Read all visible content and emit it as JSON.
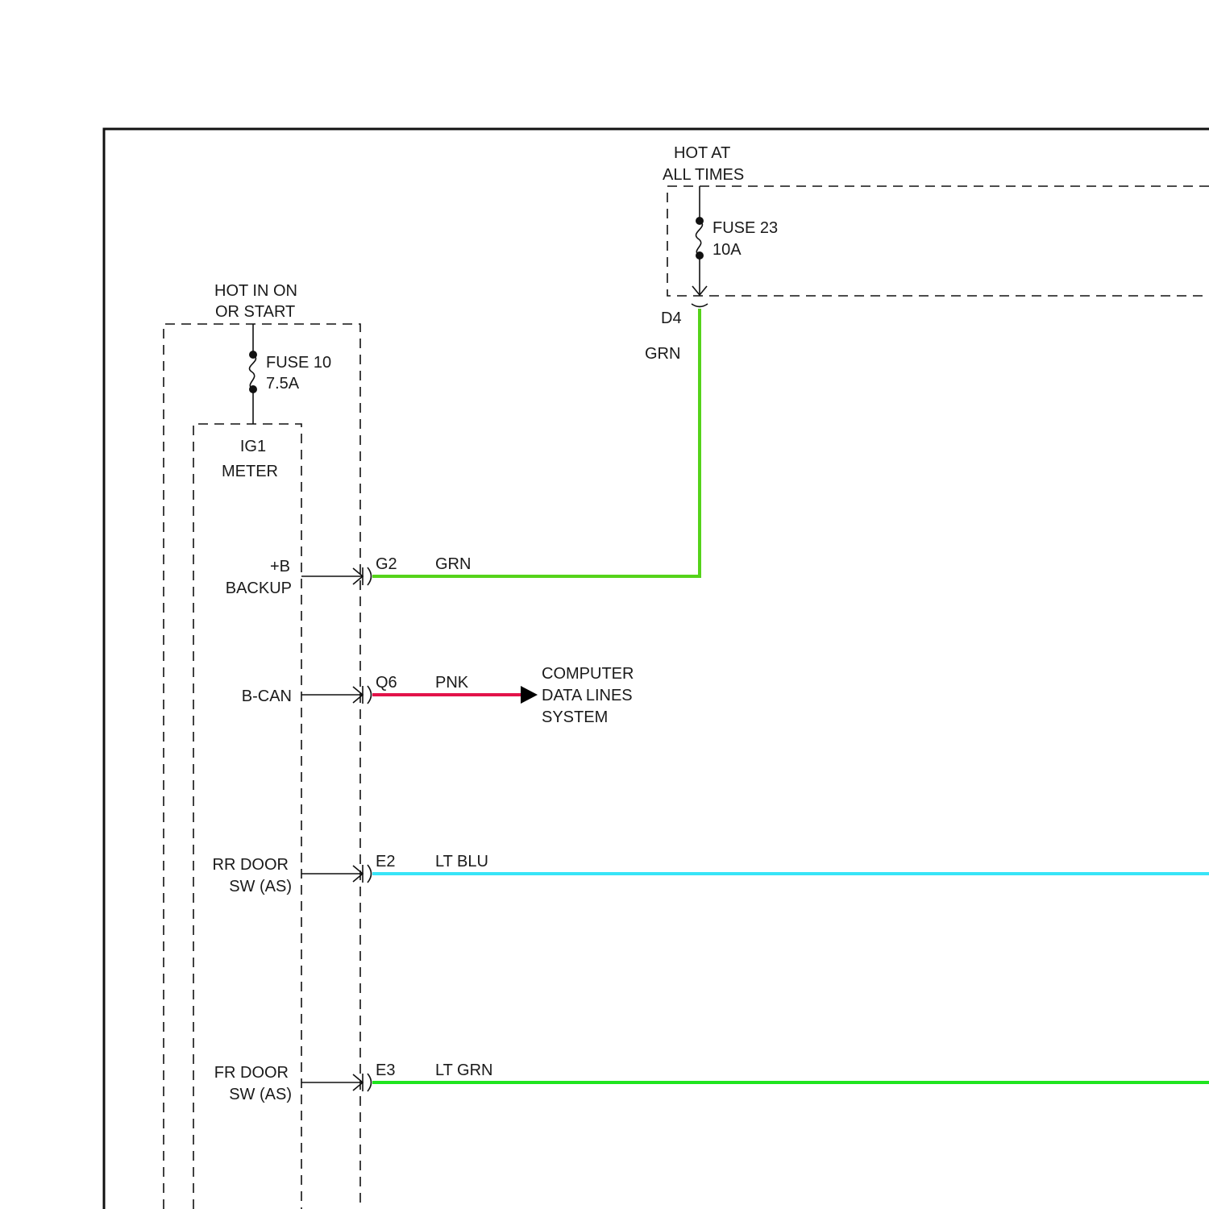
{
  "colors": {
    "grn": "#55d31a",
    "pnk": "#e3134a",
    "lt_blu": "#38e4f7",
    "lt_grn": "#1fe51f"
  },
  "power_top": {
    "source_line1": "HOT AT",
    "source_line2": "ALL TIMES",
    "fuse_line1": "FUSE 23",
    "fuse_line2": "10A",
    "connector": "D4",
    "wire_label": "GRN"
  },
  "power_left": {
    "source_line1": "HOT IN ON",
    "source_line2": "OR START",
    "fuse_line1": "FUSE 10",
    "fuse_line2": "7.5A",
    "module_line1": "IG1",
    "module_line2": "METER"
  },
  "circuits": [
    {
      "pin_line1": "+B",
      "pin_line2": "BACKUP",
      "connector": "G2",
      "wire_label": "GRN"
    },
    {
      "pin_line1": "B-CAN",
      "connector": "Q6",
      "wire_label": "PNK",
      "destination": [
        "COMPUTER",
        "DATA LINES",
        "SYSTEM"
      ]
    },
    {
      "pin_line1": "RR DOOR",
      "pin_line2": "SW (AS)",
      "connector": "E2",
      "wire_label": "LT BLU"
    },
    {
      "pin_line1": "FR DOOR",
      "pin_line2": "SW (AS)",
      "connector": "E3",
      "wire_label": "LT GRN"
    }
  ]
}
